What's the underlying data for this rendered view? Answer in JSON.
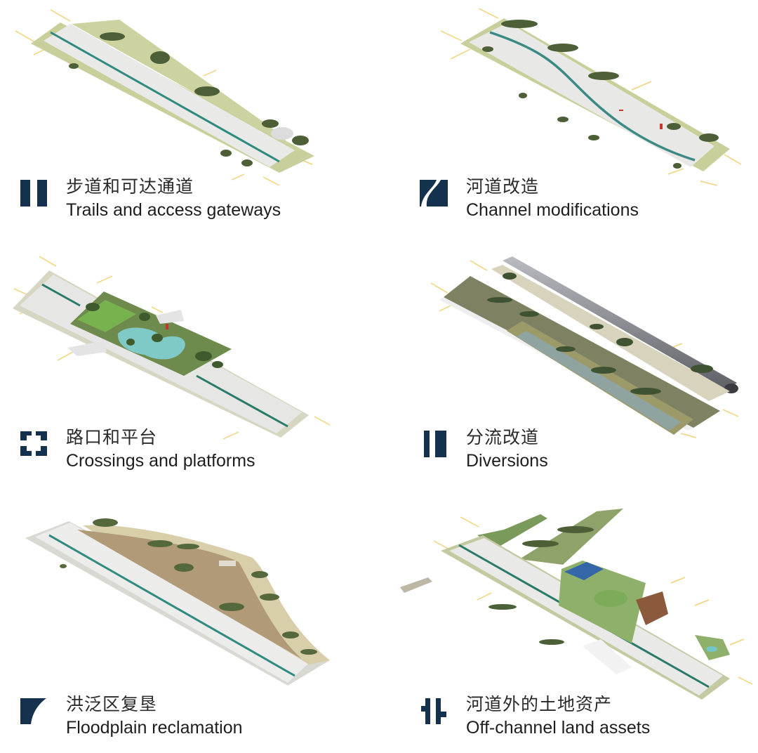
{
  "colors": {
    "icon_navy": "#14324d",
    "channel_concrete": "#e6e6e4",
    "water_line": "#2f8a82",
    "bank_grass": "#c9cf9a",
    "tree_green": "#4c5f36",
    "arrow_yellow": "#f2d27a",
    "diversion_olive": "#7f8262",
    "pond_cyan": "#73c6c5",
    "field_green": "#7cac59",
    "floodplain_tan": "#b89a72",
    "solar_blue": "#3566a8",
    "tunnel_gray": "#8b8d93"
  },
  "panels": [
    {
      "id": "trails",
      "icon": "parallel-bars-icon",
      "title_zh": "步道和可达通道",
      "title_en": "Trails and access gateways"
    },
    {
      "id": "channel",
      "icon": "s-curve-channel-icon",
      "title_zh": "河道改造",
      "title_en": "Channel modifications"
    },
    {
      "id": "crossings",
      "icon": "four-corners-icon",
      "title_zh": "路口和平台",
      "title_en": "Crossings and platforms"
    },
    {
      "id": "diversions",
      "icon": "double-bar-icon",
      "title_zh": "分流改道",
      "title_en": "Diversions"
    },
    {
      "id": "floodplain",
      "icon": "floodplain-wedge-icon",
      "title_zh": "洪泛区复垦",
      "title_en": "Floodplain reclamation"
    },
    {
      "id": "offchannel",
      "icon": "notched-bars-icon",
      "title_zh": "河道外的土地资产",
      "title_en": "Off-channel land assets"
    }
  ]
}
